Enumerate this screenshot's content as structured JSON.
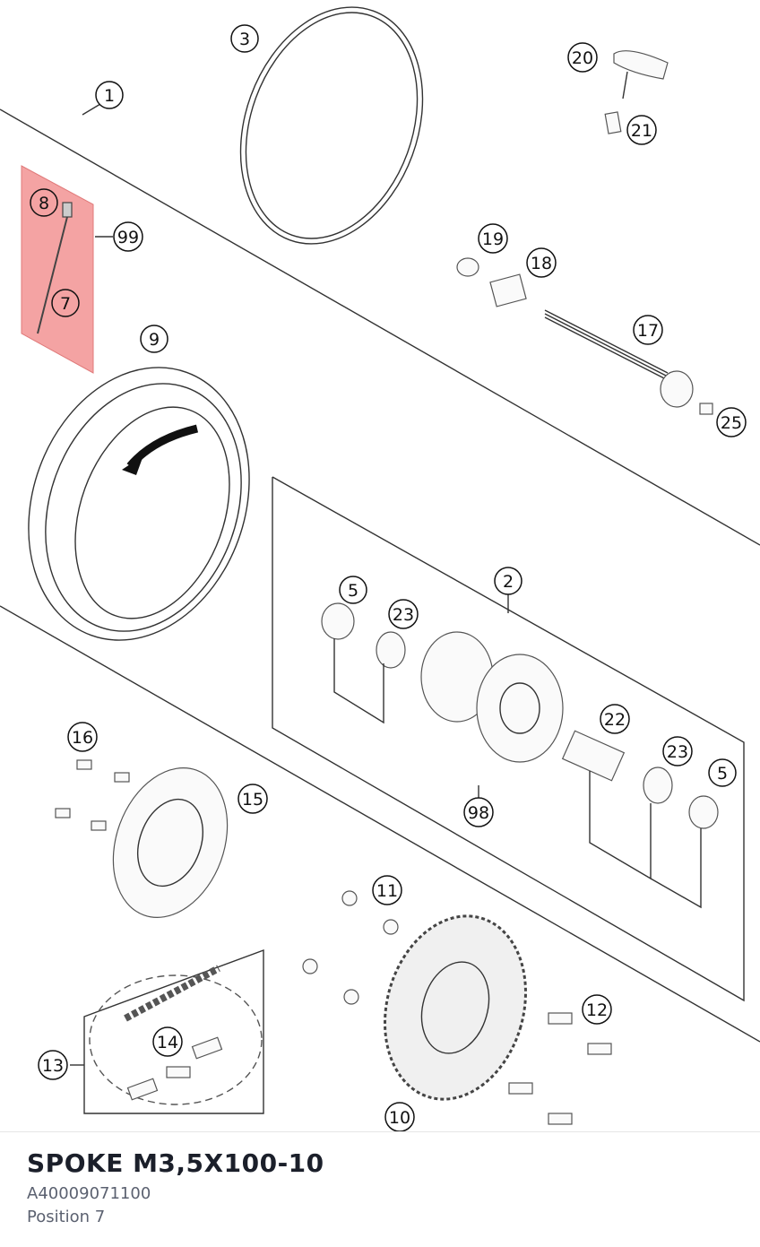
{
  "diagram": {
    "highlight_color": "#f4a3a3",
    "callouts": [
      "1",
      "2",
      "3",
      "5",
      "5",
      "7",
      "8",
      "9",
      "10",
      "11",
      "12",
      "13",
      "14",
      "15",
      "16",
      "17",
      "18",
      "19",
      "20",
      "21",
      "22",
      "23",
      "23",
      "25",
      "98",
      "99"
    ]
  },
  "part": {
    "title": "SPOKE M3,5X100-10",
    "number": "A40009071100",
    "position": "Position 7"
  }
}
